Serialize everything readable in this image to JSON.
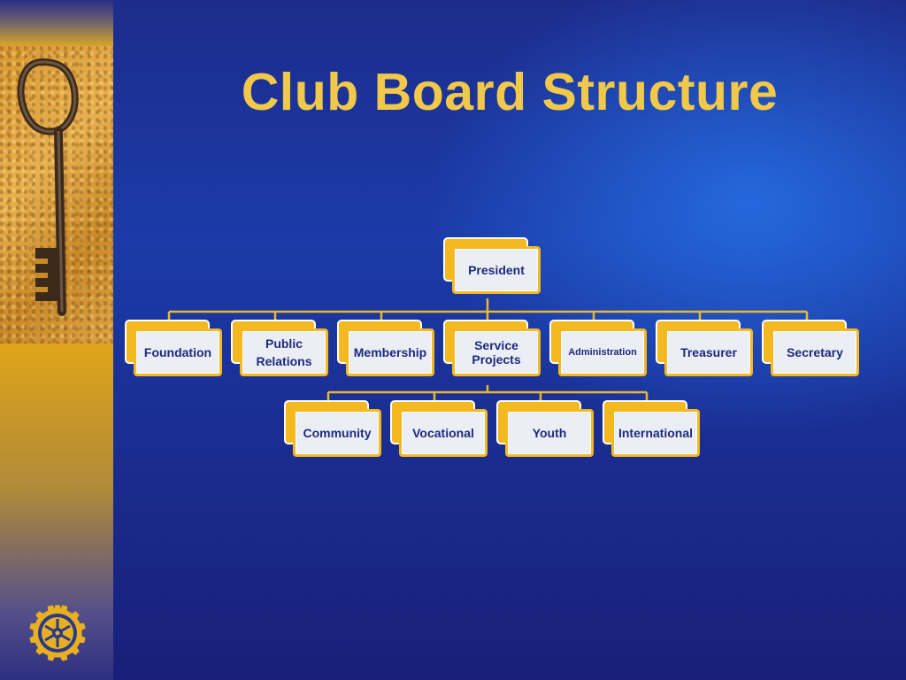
{
  "title": "Club Board Structure",
  "colors": {
    "title": "#f0c84a",
    "node_fill": "#eceef5",
    "node_border": "#f4b820",
    "connector": "#e8b830",
    "text": "#1c2a7e"
  },
  "org": {
    "root": "President",
    "level1": [
      "Foundation",
      "Public Relations",
      "Membership",
      "Service Projects",
      "Administration",
      "Treasurer",
      "Secretary"
    ],
    "service_projects_children": [
      "Community",
      "Vocational",
      "Youth",
      "International"
    ]
  },
  "decor": {
    "emblem": "rotary-wheel-icon",
    "photo": "key-photo"
  }
}
